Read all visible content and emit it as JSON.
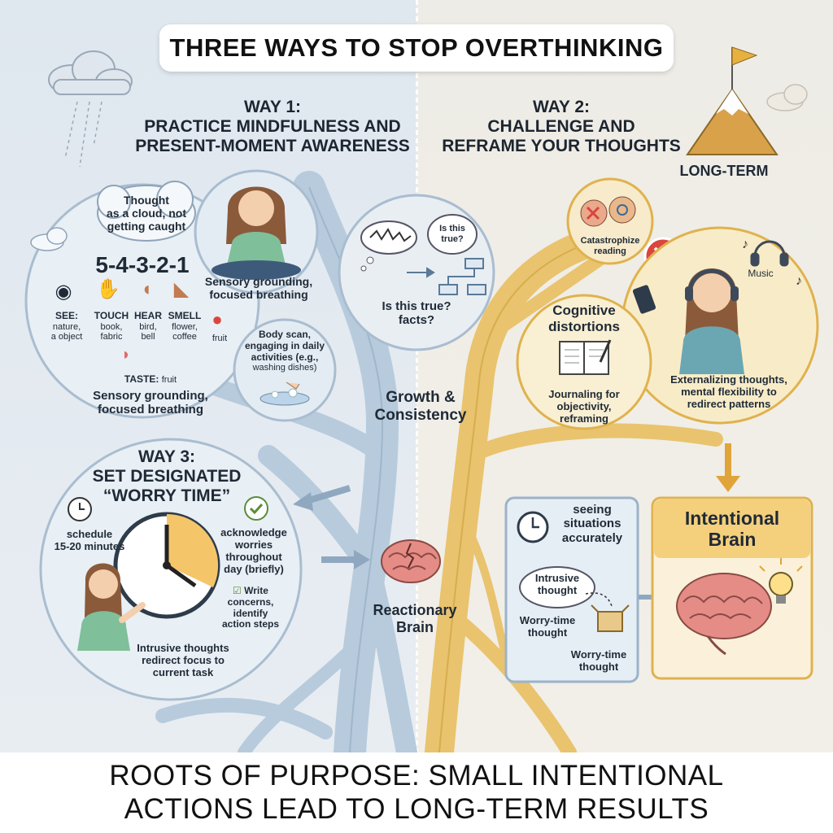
{
  "title": "THREE WAYS TO STOP OVERTHINKING",
  "way1": {
    "heading_line1": "WAY 1:",
    "heading_line2": "PRACTICE MINDFULNESS AND",
    "heading_line3": "PRESENT-MOMENT AWARENESS",
    "thought_cloud": [
      "Thought",
      "as a cloud, not",
      "getting caught"
    ],
    "technique": "5-4-3-2-1",
    "senses": [
      {
        "label": "SEE:",
        "detail": [
          "nature,",
          "a object"
        ]
      },
      {
        "label": "TOUCH",
        "detail": [
          "book,",
          "fabric"
        ]
      },
      {
        "label": "HEAR",
        "detail": [
          "bird,",
          "bell"
        ]
      },
      {
        "label": "SMELL",
        "detail": [
          "flower,",
          "coffee"
        ]
      },
      {
        "label": "",
        "detail": [
          "fruit"
        ]
      }
    ],
    "taste_label": "TASTE:",
    "taste_detail": "fruit",
    "grounding_caption": [
      "Sensory grounding,",
      "focused breathing"
    ],
    "meditation_caption": [
      "Sensory grounding,",
      "focused breathing"
    ],
    "body_scan": [
      "Body scan,",
      "engaging in daily",
      "activities (e.g.,",
      "washing dishes)"
    ]
  },
  "way2": {
    "heading_line1": "WAY 2:",
    "heading_line2": "CHALLENGE AND",
    "heading_line3": "REFRAME YOUR THOUGHTS",
    "long_term": "LONG-TERM",
    "question_bubble": [
      "Is this",
      "true?"
    ],
    "question_caption": [
      "Is this true?",
      "facts?"
    ],
    "catastrophize": [
      "Catastrophize",
      "reading"
    ],
    "music": "Music",
    "distortions": [
      "Cognitive",
      "distortions"
    ],
    "journaling": [
      "Journaling for",
      "objectivity,",
      "reframing"
    ],
    "externalizing": [
      "Externalizing thoughts,",
      "mental flexibility to",
      "redirect patterns"
    ]
  },
  "way3": {
    "heading_line1": "WAY 3:",
    "heading_line2": "SET DESIGNATED",
    "heading_line3": "“WORRY TIME”",
    "schedule": [
      "schedule",
      "15-20 minutes"
    ],
    "acknowledge": [
      "acknowledge",
      "worries",
      "throughout",
      "day (briefly)"
    ],
    "write": [
      "Write",
      "concerns,",
      "identify",
      "action steps"
    ],
    "intrusive": [
      "Intrusive thoughts",
      "redirect focus to",
      "current task"
    ]
  },
  "center": {
    "growth": [
      "Growth &",
      "Consistency"
    ],
    "reactionary": [
      "Reactionary",
      "Brain"
    ]
  },
  "right_bottom": {
    "seeing": [
      "seeing",
      "situations",
      "accurately"
    ],
    "intrusive_thought": [
      "Intrusive",
      "thought"
    ],
    "worry_time_1": [
      "Worry-time",
      "thought"
    ],
    "worry_time_2": [
      "Worry-time",
      "thought"
    ],
    "intentional": [
      "Intentional",
      "Brain"
    ]
  },
  "footer": {
    "line1": "ROOTS OF PURPOSE: SMALL INTENTIONAL",
    "line2": "ACTIONS LEAD TO LONG-TERM RESULTS"
  },
  "colors": {
    "blue_root": "#9fbad2",
    "gold_root": "#e7be5c",
    "clock_accent": "#f5c56a",
    "brain": "#e58c86",
    "check": "#5a8d3a",
    "red_x": "#d9463e"
  },
  "icons": [
    "cloud-icon",
    "rain-icon",
    "mountain-flag-icon",
    "eye-icon",
    "hand-icon",
    "ear-icon",
    "nose-icon",
    "apple-icon",
    "tongue-icon",
    "clock-icon",
    "check-icon",
    "brain-icon",
    "lightbulb-icon",
    "book-icon",
    "headphones-icon",
    "phone-icon",
    "box-icon",
    "arrow-icon"
  ]
}
